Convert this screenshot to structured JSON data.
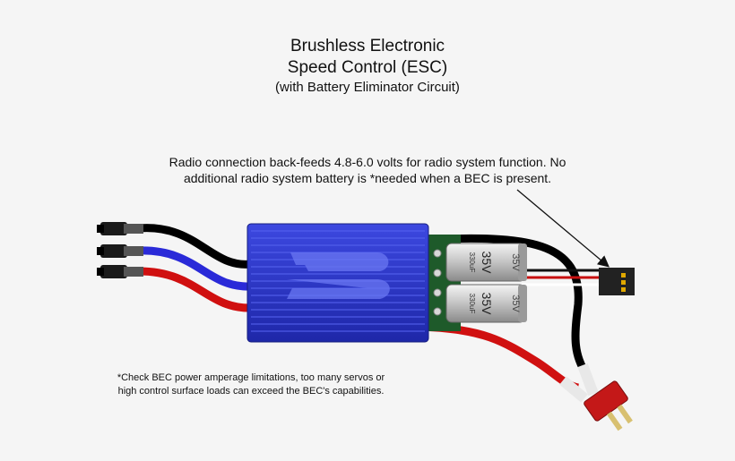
{
  "title": {
    "line1": "Brushless Electronic",
    "line2": "Speed Control (ESC)",
    "line3": "(with Battery Eliminator Circuit)"
  },
  "bec_note": {
    "line1": "Radio connection back-feeds 4.8-6.0 volts for radio system function.  No",
    "line2": "additional radio system battery is *needed when a BEC is present."
  },
  "footnote": {
    "line1": "*Check BEC power amperage limitations, too many servos or",
    "line2": "high control surface loads can exceed the BEC's capabilities."
  },
  "capacitors": [
    {
      "voltage": "35V",
      "capacitance": "330uF"
    },
    {
      "voltage": "35V",
      "capacitance": "330uF"
    }
  ],
  "colors": {
    "background": "#f5f5f5",
    "heatsink": "#2a34c8",
    "motor_wire_1": "#000000",
    "motor_wire_2": "#2a2ad8",
    "motor_wire_3": "#d01010",
    "pcb": "#1e5a2a",
    "connector": "#c41818"
  },
  "icons": [
    "bullet-connector-icon",
    "heatsink-icon",
    "capacitor-icon",
    "servo-connector-icon",
    "deans-connector-icon"
  ]
}
